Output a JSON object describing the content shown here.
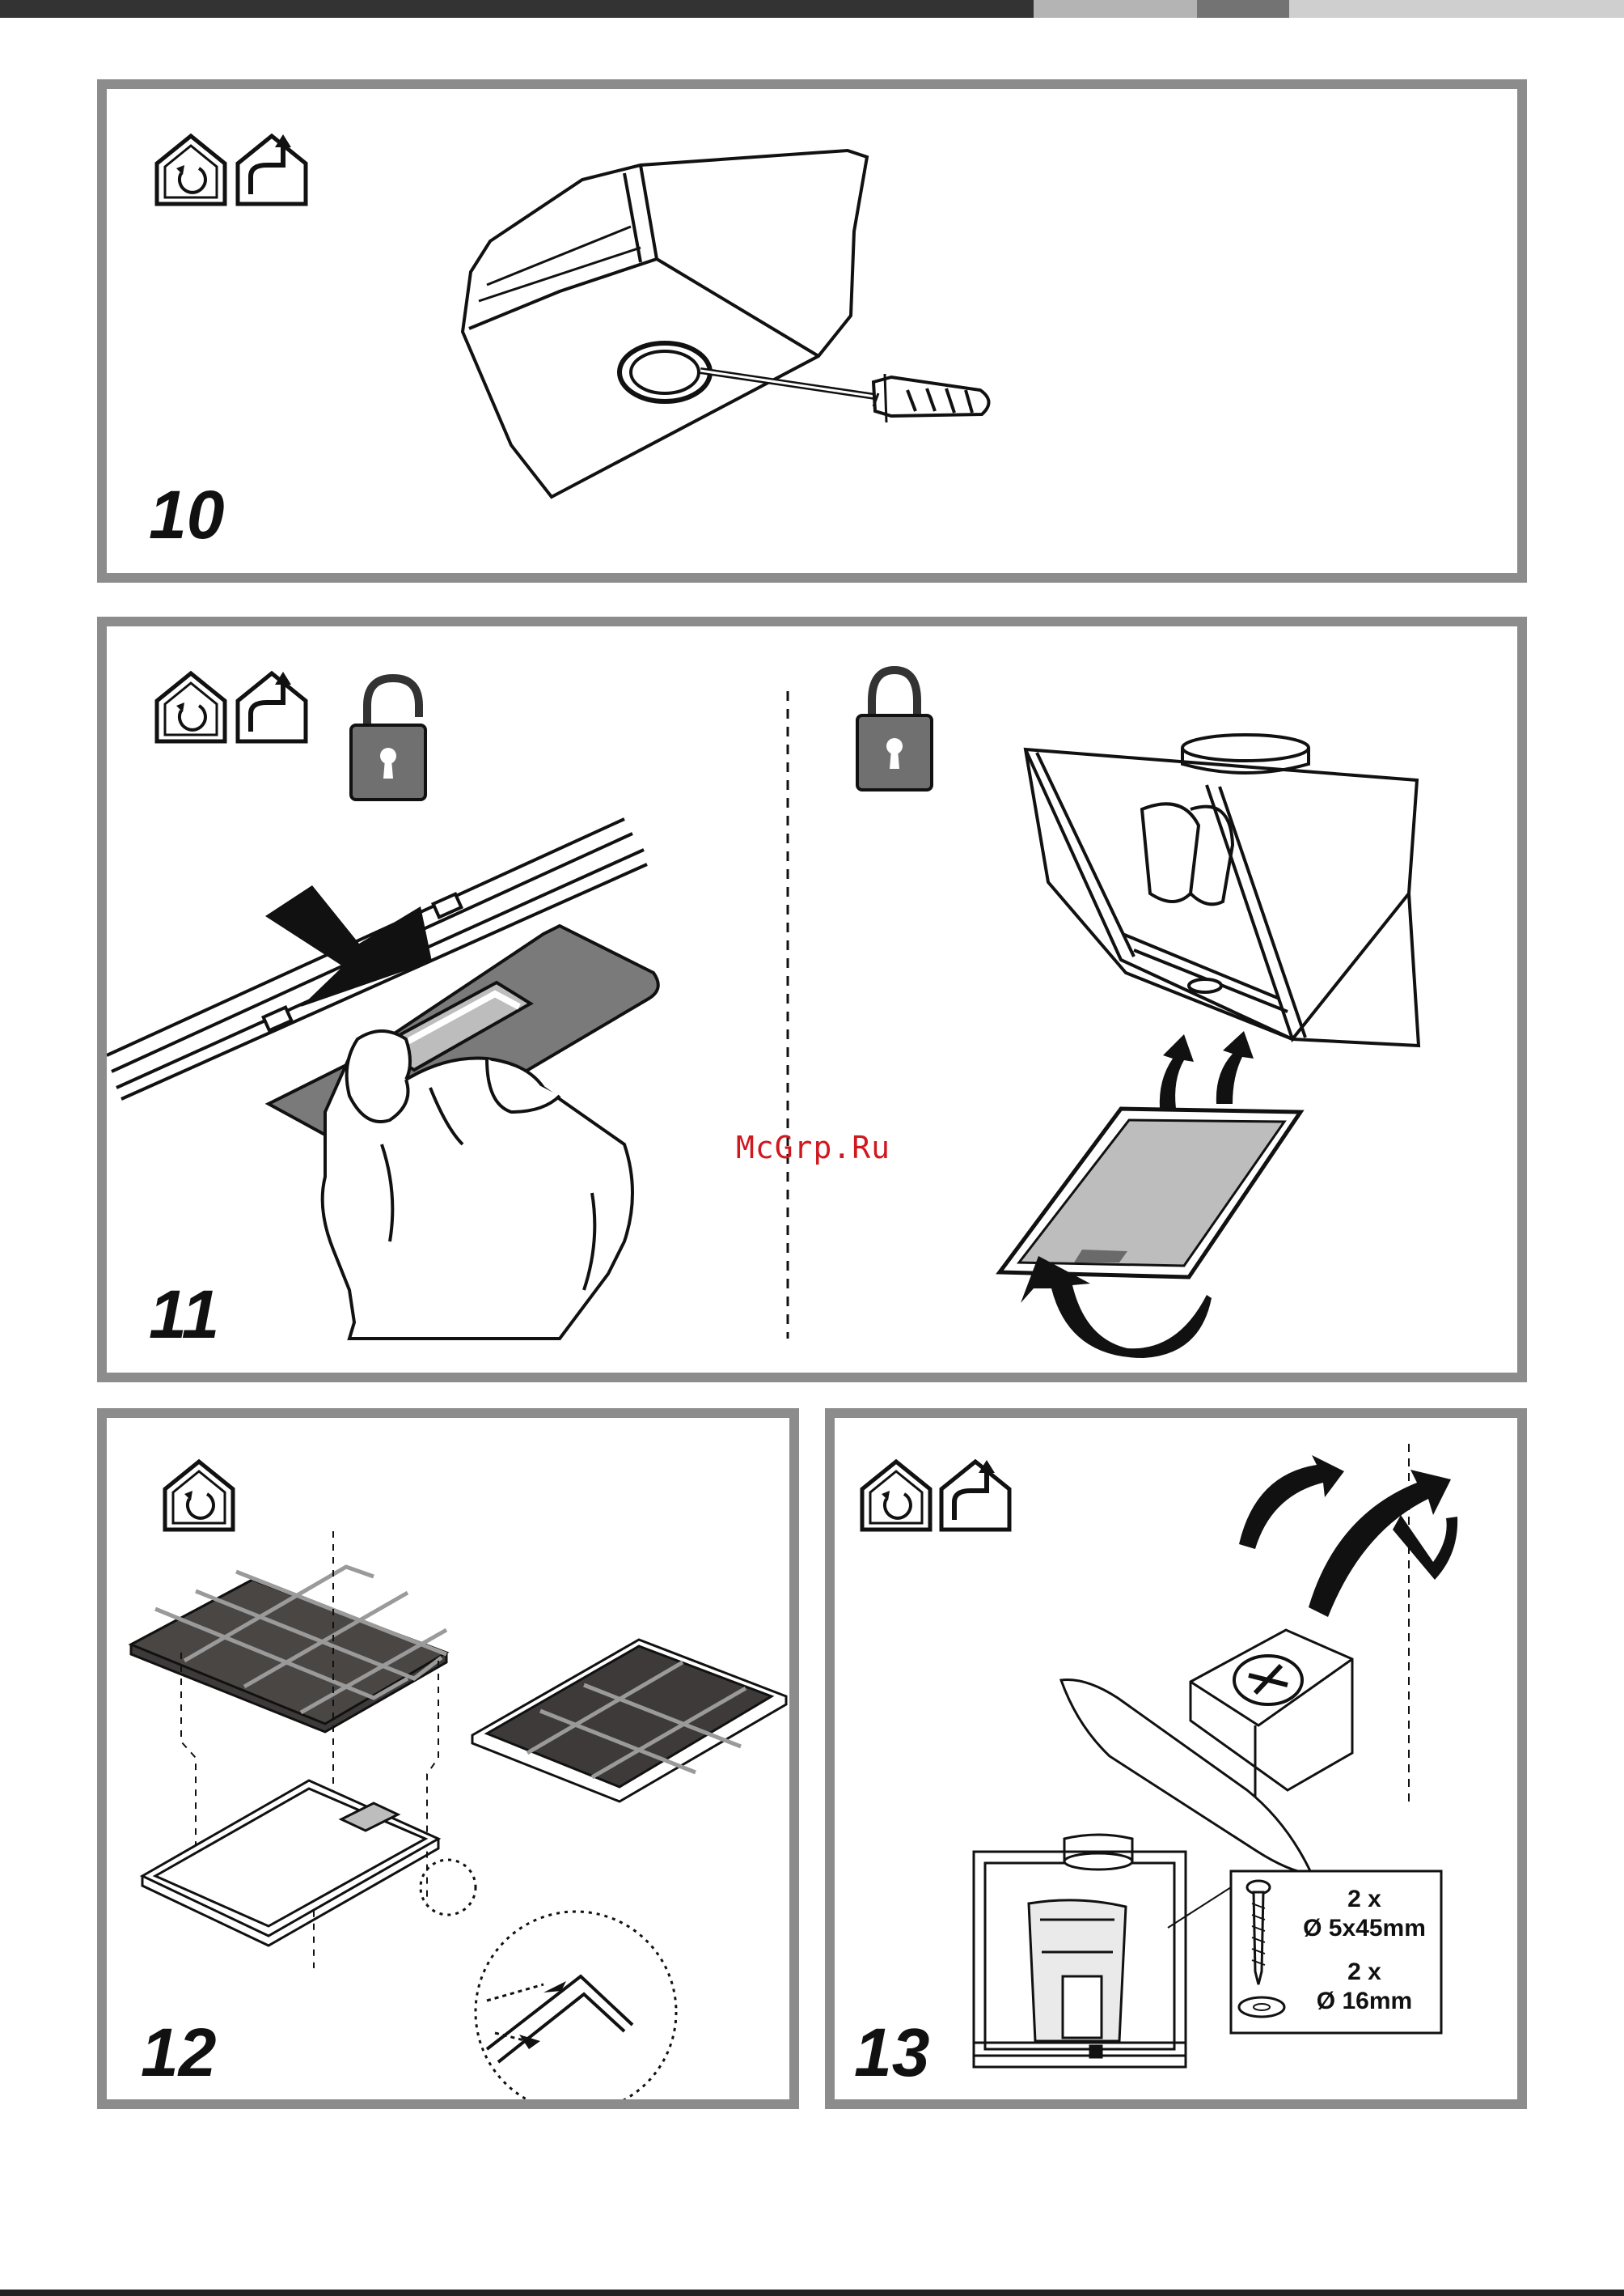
{
  "page": {
    "watermark": "McGrp.Ru",
    "header_bar_colors": [
      "#333333",
      "#b4b4b4",
      "#737373",
      "#cfcfcf"
    ],
    "frame_color": "#8c8c8c"
  },
  "steps": [
    {
      "number": "10",
      "icons": [
        "recirculation-mode-icon",
        "extraction-mode-icon"
      ]
    },
    {
      "number": "11",
      "icons": [
        "recirculation-mode-icon",
        "extraction-mode-icon",
        "unlocked-padlock-icon",
        "locked-padlock-icon"
      ]
    },
    {
      "number": "12",
      "icons": [
        "recirculation-mode-icon"
      ]
    },
    {
      "number": "13",
      "icons": [
        "recirculation-mode-icon",
        "extraction-mode-icon"
      ],
      "hardware": [
        {
          "qty": "2 x",
          "spec": "Ø 5x45mm",
          "icon": "screw-icon"
        },
        {
          "qty": "2 x",
          "spec": "Ø 16mm",
          "icon": "washer-icon"
        }
      ]
    }
  ]
}
